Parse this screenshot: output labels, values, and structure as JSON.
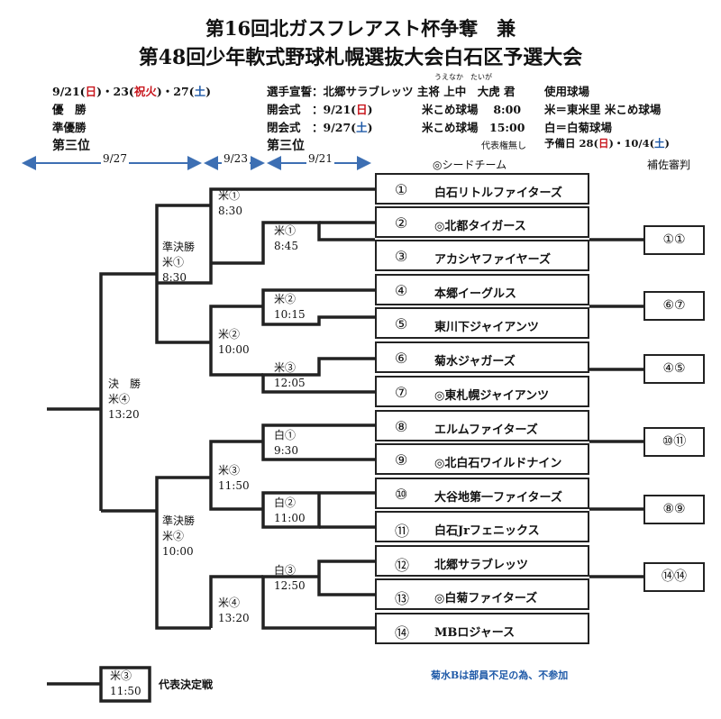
{
  "title": {
    "line1": "第16回北ガスフレアスト杯争奪　兼",
    "line2": "第48回少年軟式野球札幌選抜大会白石区予選大会"
  },
  "info": {
    "dates_a": "9/21(",
    "dates_sun": "日",
    "dates_b": ")・23(",
    "dates_hol": "祝火",
    "dates_c": ")・27(",
    "dates_sat": "土",
    "dates_d": ")",
    "yusho": "優　勝",
    "junyusho": "準優勝",
    "sanni_left": "第三位",
    "sanni_mid": "第三位",
    "furigana": "うえなか　たいが",
    "sensei": "選手宣誓：北郷サラブレッツ 主将 上中　大虎 君",
    "kaikai1_a": "開会式　：9/21(",
    "kaikai1_day": "日",
    "kaikai1_b": ")",
    "kaikai2_a": "閉会式　：9/27(",
    "kaikai2_day": "土",
    "kaikai2_b": ")",
    "ground1": "米こめ球場　 8:00",
    "ground2": "米こめ球場　15:00",
    "daihyo_nashi": "代表権無し",
    "shiyou": "使用球場",
    "kome_def": "米＝東米里 米こめ球場",
    "shiro_def": "白＝白菊球場",
    "yobi_a": "予備日 28(",
    "yobi_sun": "日",
    "yobi_b": ")・10/4(",
    "yobi_sat": "土",
    "yobi_c": ")",
    "seed": "◎シードチーム",
    "hosa": "補佐審判",
    "arrow_927": "9/27",
    "arrow_923": "9/23",
    "arrow_921": "9/21"
  },
  "teams": [
    {
      "num": "①",
      "name": "白石リトルファイターズ"
    },
    {
      "num": "②",
      "name": "◎北都タイガース"
    },
    {
      "num": "③",
      "name": "アカシヤファイヤーズ"
    },
    {
      "num": "④",
      "name": "本郷イーグルス"
    },
    {
      "num": "⑤",
      "name": "東川下ジャイアンツ"
    },
    {
      "num": "⑥",
      "name": "菊水ジャガーズ"
    },
    {
      "num": "⑦",
      "name": "◎東札幌ジャイアンツ"
    },
    {
      "num": "⑧",
      "name": "エルムファイターズ"
    },
    {
      "num": "⑨",
      "name": "◎北白石ワイルドナイン"
    },
    {
      "num": "⑩",
      "name": "大谷地第一ファイターズ"
    },
    {
      "num": "⑪",
      "name": "白石Jrフェニックス"
    },
    {
      "num": "⑫",
      "name": "北郷サラブレッツ"
    },
    {
      "num": "⑬",
      "name": "◎白菊ファイターズ"
    },
    {
      "num": "⑭",
      "name": "MBロジャース"
    }
  ],
  "referees": [
    "①①",
    "⑥⑦",
    "④⑤",
    "⑩⑪",
    "⑧⑨",
    "⑭⑭"
  ],
  "matches": {
    "r1_1": {
      "line1": "米①",
      "line2": "8:45"
    },
    "r1_2": {
      "line1": "米②",
      "line2": "10:15"
    },
    "r1_3": {
      "line1": "米③",
      "line2": "12:05"
    },
    "r1_4": {
      "line1": "白①",
      "line2": "9:30"
    },
    "r1_5": {
      "line1": "白②",
      "line2": "11:00"
    },
    "r1_6": {
      "line1": "白③",
      "line2": "12:50"
    },
    "r2_1": {
      "line1": "米①",
      "line2": "8:30"
    },
    "r2_2": {
      "line1": "米②",
      "line2": "10:00"
    },
    "r2_3": {
      "line1": "米③",
      "line2": "11:50"
    },
    "r2_4": {
      "line1": "米④",
      "line2": "13:20"
    },
    "semi1": {
      "line1": "準決勝",
      "line2": "米①",
      "line3": "8:30"
    },
    "semi2": {
      "line1": "準決勝",
      "line2": "米②",
      "line3": "10:00"
    },
    "final": {
      "line1": "決　勝",
      "line2": "米④",
      "line3": "13:20"
    },
    "daihyo": {
      "line1": "米③",
      "line2": "11:50",
      "label": "代表決定戦"
    }
  },
  "footnote": "菊水Bは部員不足の為、不参加",
  "colors": {
    "arrow": "#3d6fb3",
    "red": "#c8161d",
    "blue": "#1f5aa8"
  }
}
